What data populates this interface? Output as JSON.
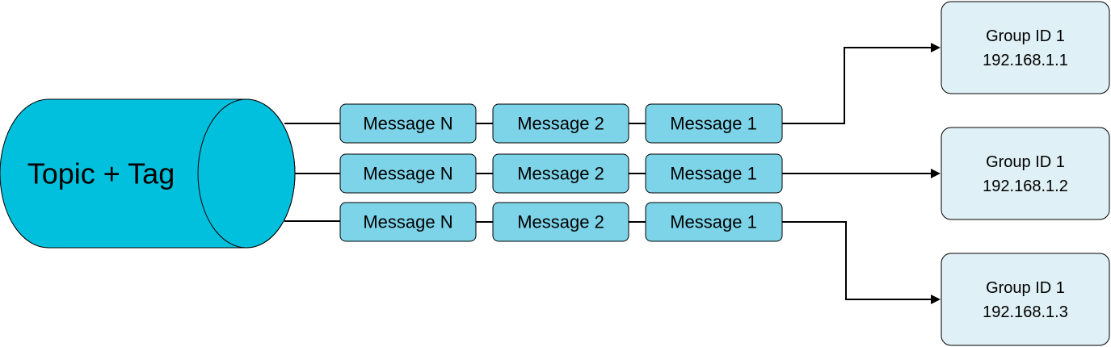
{
  "topic": {
    "label": "Topic + Tag",
    "fill": "#00c0dd"
  },
  "colors": {
    "message_fill": "#7dd3e8",
    "group_fill": "#dff0f6",
    "stroke": "#000000"
  },
  "queues": [
    {
      "messages": [
        "Message N",
        "Message 2",
        "Message 1"
      ]
    },
    {
      "messages": [
        "Message N",
        "Message 2",
        "Message 1"
      ]
    },
    {
      "messages": [
        "Message N",
        "Message 2",
        "Message 1"
      ]
    }
  ],
  "groups": [
    {
      "name": "Group ID 1",
      "ip": "192.168.1.1"
    },
    {
      "name": "Group ID 1",
      "ip": "192.168.1.2"
    },
    {
      "name": "Group ID 1",
      "ip": "192.168.1.3"
    }
  ]
}
